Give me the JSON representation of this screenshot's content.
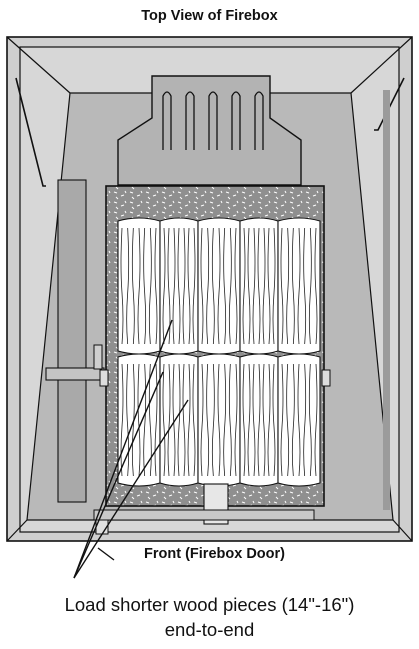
{
  "diagram": {
    "title": "Top View of Firebox",
    "front_label": "Front (Firebox Door)",
    "note_line1": "Load shorter wood pieces (14\"-16\")",
    "note_line2": "end-to-end",
    "colors": {
      "frame": "#cccccc",
      "outline": "#111111",
      "floor": "#b9b9b9",
      "grate": "#8f8f8f",
      "wood": "#ffffff"
    }
  }
}
